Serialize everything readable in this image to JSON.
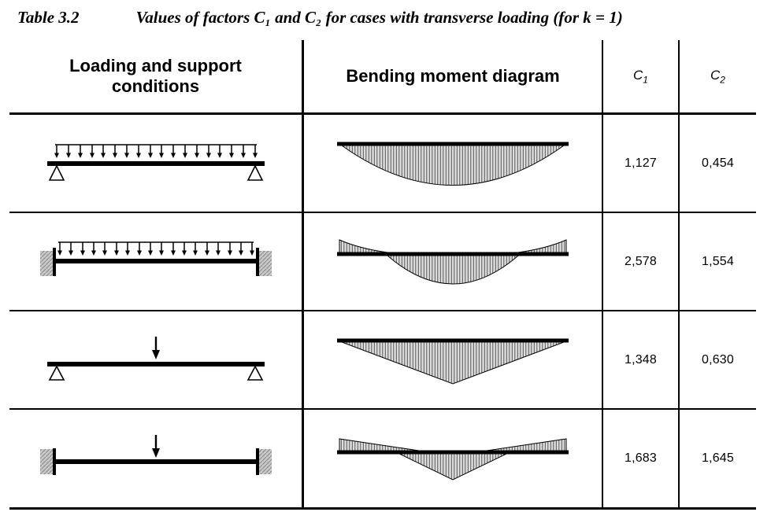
{
  "page": {
    "title_label": "Table 3.2",
    "title_caption": "Values of factors C₁ and C₂ for cases with transverse loading (for k = 1)"
  },
  "table": {
    "headers": {
      "loading": "Loading and support conditions",
      "moment": "Bending moment diagram",
      "c1": {
        "base": "C",
        "sub": "1"
      },
      "c2": {
        "base": "C",
        "sub": "2"
      }
    },
    "icons": {
      "row1_loading": "simply-supported-beam-with-uniform-distributed-load",
      "row1_moment": "parabolic-sagging-moment-diagram",
      "row2_loading": "fixed-end-beam-with-uniform-distributed-load",
      "row2_moment": "hogging-end-moments-with-sagging-parabola-diagram",
      "row3_loading": "simply-supported-beam-with-central-point-load",
      "row3_moment": "triangular-sagging-moment-diagram",
      "row4_loading": "fixed-end-beam-with-central-point-load",
      "row4_moment": "hogging-end-moments-with-triangular-sagging-diagram"
    },
    "rows": [
      {
        "c1": "1,127",
        "c2": "0,454"
      },
      {
        "c1": "2,578",
        "c2": "1,554"
      },
      {
        "c1": "1,348",
        "c2": "0,630"
      },
      {
        "c1": "1,683",
        "c2": "1,645"
      }
    ]
  }
}
